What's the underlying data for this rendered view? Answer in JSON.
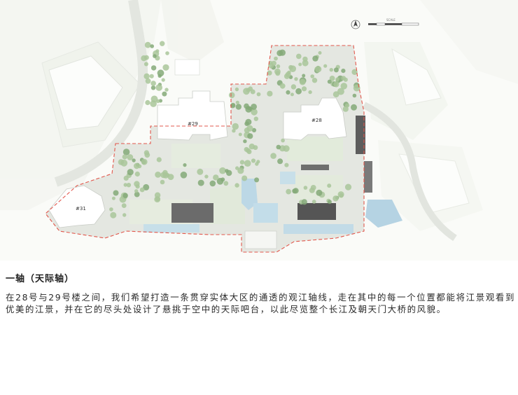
{
  "plan": {
    "scale_label": "SCALE",
    "building_labels": [
      "#29",
      "#28",
      "#31"
    ],
    "colors": {
      "boundary": "#e2574c",
      "building": "#ffffff",
      "water": "#b9d6e4",
      "lawn": "#e7eee1",
      "tree": "#a9c59a",
      "tree_dark": "#84a978",
      "paving": "#d9dbd6",
      "dark_feature": "#4a4a4a"
    }
  },
  "section": {
    "heading": "一轴（天际轴）",
    "body": "在28号与29号楼之间，我们希望打造一条贯穿实体大区的通透的观江轴线，走在其中的每一个位置都能将江景观看到优美的江景，并在它的尽头处设计了悬挑于空中的天际吧台，以此尽览整个长江及朝天门大桥的风貌。"
  }
}
